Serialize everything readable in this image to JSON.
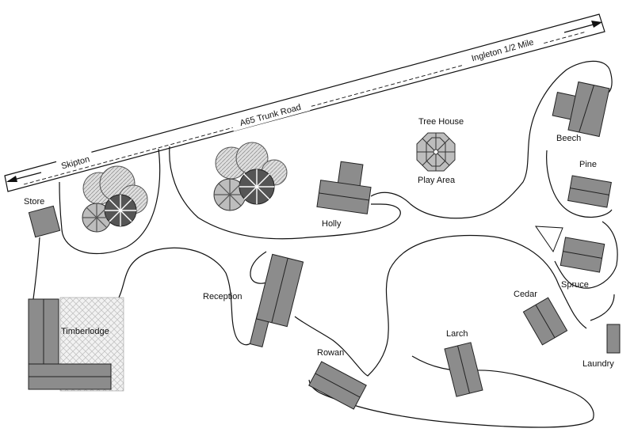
{
  "road": {
    "name": "A65 Trunk Road",
    "west_label": "Skipton",
    "east_label": "Ingleton 1/2 Mile"
  },
  "places": {
    "store": "Store",
    "timberlodge": "Timberlodge",
    "reception": "Reception",
    "holly": "Holly",
    "tree_house": "Tree House",
    "play_area": "Play Area",
    "beech": "Beech",
    "pine": "Pine",
    "spruce": "Spruce",
    "cedar": "Cedar",
    "larch": "Larch",
    "rowan": "Rowan",
    "laundry": "Laundry"
  },
  "colors": {
    "building": "#8c8c8c",
    "building_dark": "#6e6e6e",
    "tree_light": "#cfcfcf",
    "tree_dark": "#555555",
    "line": "#111111"
  }
}
